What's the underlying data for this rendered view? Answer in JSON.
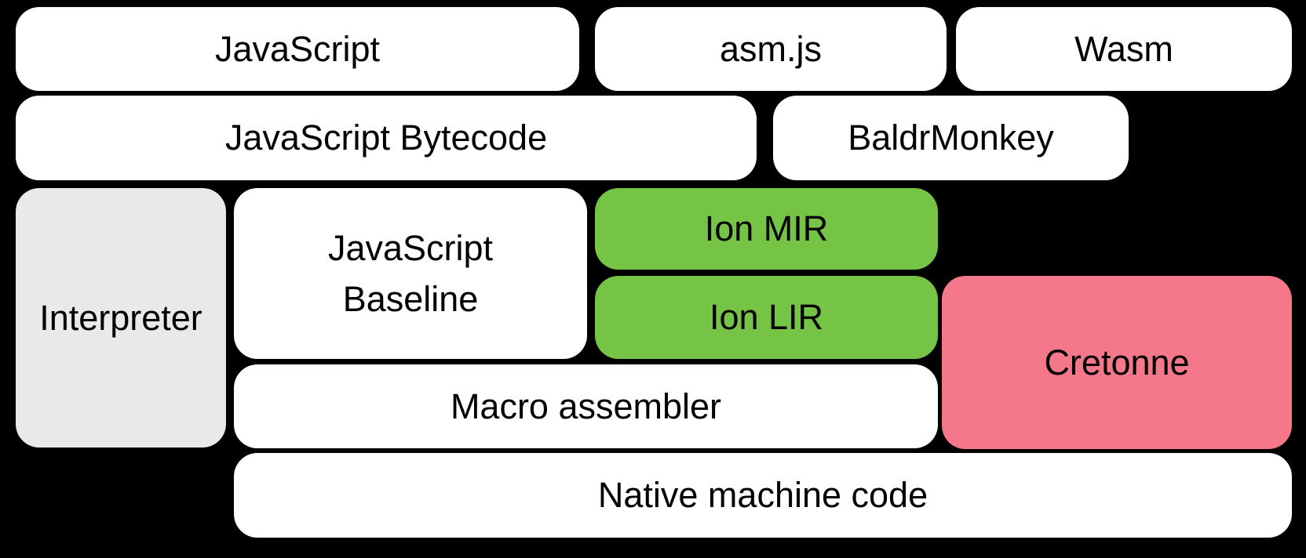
{
  "diagram": {
    "title": "Compiler pipeline diagram",
    "background_color": "#000000",
    "colors": {
      "box_default": "#ffffff",
      "box_gray": "#e9e9e9",
      "box_green": "#76c446",
      "box_pink": "#f5778a",
      "text": "#000000"
    },
    "boxes": {
      "javascript": {
        "label": "JavaScript"
      },
      "asmjs": {
        "label": "asm.js"
      },
      "wasm": {
        "label": "Wasm"
      },
      "bytecode": {
        "label": "JavaScript Bytecode"
      },
      "baldrmonkey": {
        "label": "BaldrMonkey"
      },
      "interpreter": {
        "label": "Interpreter"
      },
      "baseline": {
        "label": "JavaScript\nBaseline"
      },
      "ion_mir": {
        "label": "Ion MIR"
      },
      "ion_lir": {
        "label": "Ion LIR"
      },
      "cretonne": {
        "label": "Cretonne"
      },
      "macro_assembler": {
        "label": "Macro assembler"
      },
      "native": {
        "label": "Native machine code"
      }
    }
  }
}
